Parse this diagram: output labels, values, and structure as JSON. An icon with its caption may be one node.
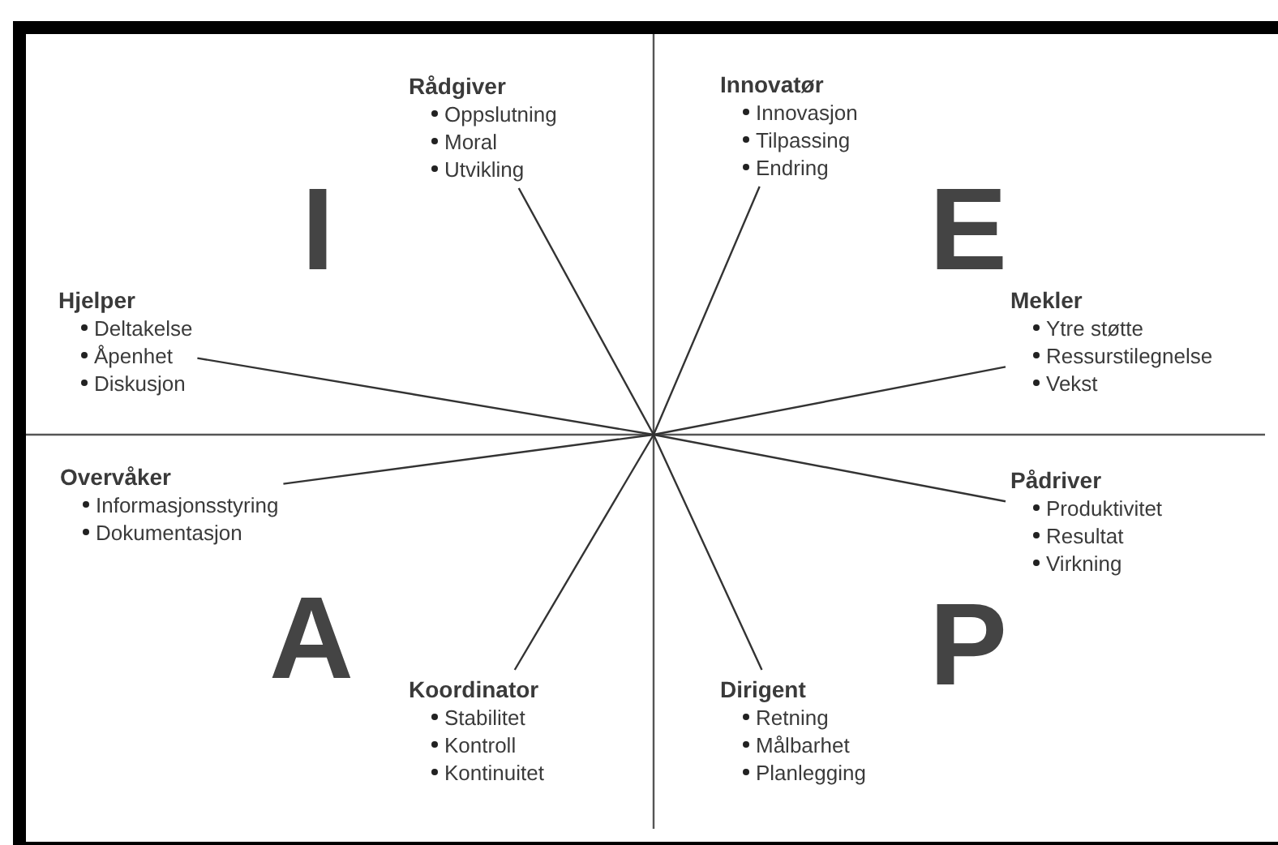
{
  "diagram": {
    "nodes": [
      {
        "text": [
          "Rådgiver",
          "Oppslutning",
          "Moral",
          "Utvikling"
        ]
      },
      {
        "text": [
          "Innovatør",
          "Innovasjon",
          "Tilpassing",
          "Endring"
        ]
      },
      {
        "text": [
          "Hjelper",
          "Deltakelse",
          "Åpenhet",
          "Diskusjon"
        ]
      },
      {
        "text": [
          "Mekler",
          "Ytre støtte",
          "Ressurstilegnelse",
          "Vekst"
        ]
      },
      {
        "text": [
          "Overvåker",
          "Informasjonsstyring",
          "Dokumentasjon"
        ]
      },
      {
        "text": [
          "Pådriver",
          "Produktivitet",
          "Resultat",
          "Virkning"
        ]
      },
      {
        "text": [
          "Koordinator",
          "Stabilitet",
          "Kontroll",
          "Kontinuitet"
        ]
      },
      {
        "text": [
          "Dirigent",
          "Retning",
          "Målbarhet",
          "Planlegging"
        ]
      }
    ],
    "edges": [
      {
        "from": 0,
        "to": 7,
        "arrow": "none"
      },
      {
        "from": 1,
        "to": 6,
        "arrow": "none"
      },
      {
        "from": 2,
        "to": 5,
        "arrow": "none"
      },
      {
        "from": 3,
        "to": 4,
        "arrow": "none"
      }
    ],
    "labels": [
      "I",
      "E",
      "A",
      "P"
    ]
  }
}
